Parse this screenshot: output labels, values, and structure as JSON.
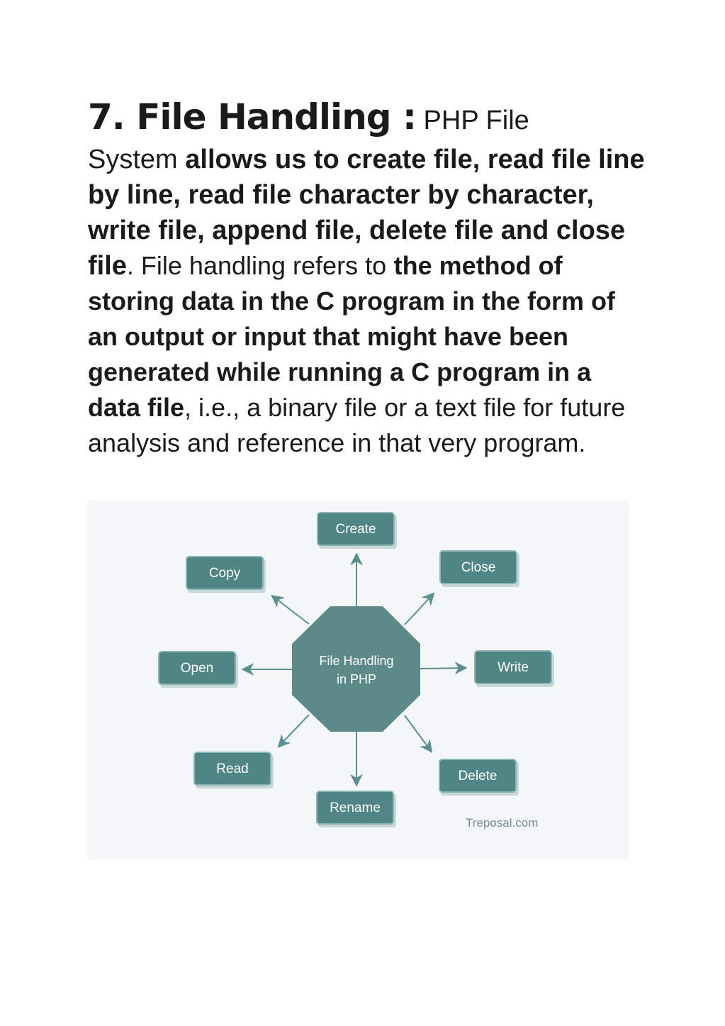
{
  "heading": "7. File Handling :",
  "paragraph": {
    "p1": "PHP File",
    "p2": "System",
    "p3": "allows us to create file, read file line by line, read file character by character, write file, append file, delete file and close file",
    "p4": ". File handling refers to",
    "p5": "the method of storing data in the C program in the form of an output or input that might have been generated while running a C program in a data file",
    "p6": ", i.e., a binary file or a text file for future analysis and reference in that very program."
  },
  "diagram": {
    "center": {
      "line1": "File Handling",
      "line2": "in PHP"
    },
    "nodes": {
      "create": "Create",
      "close": "Close",
      "write": "Write",
      "delete": "Delete",
      "rename": "Rename",
      "read": "Read",
      "open": "Open",
      "copy": "Copy"
    },
    "watermark": "Treposal.com",
    "colors": {
      "node_fill": "#4f8585",
      "background": "#f4f7f7",
      "arrow": "#5b8f8f"
    }
  }
}
